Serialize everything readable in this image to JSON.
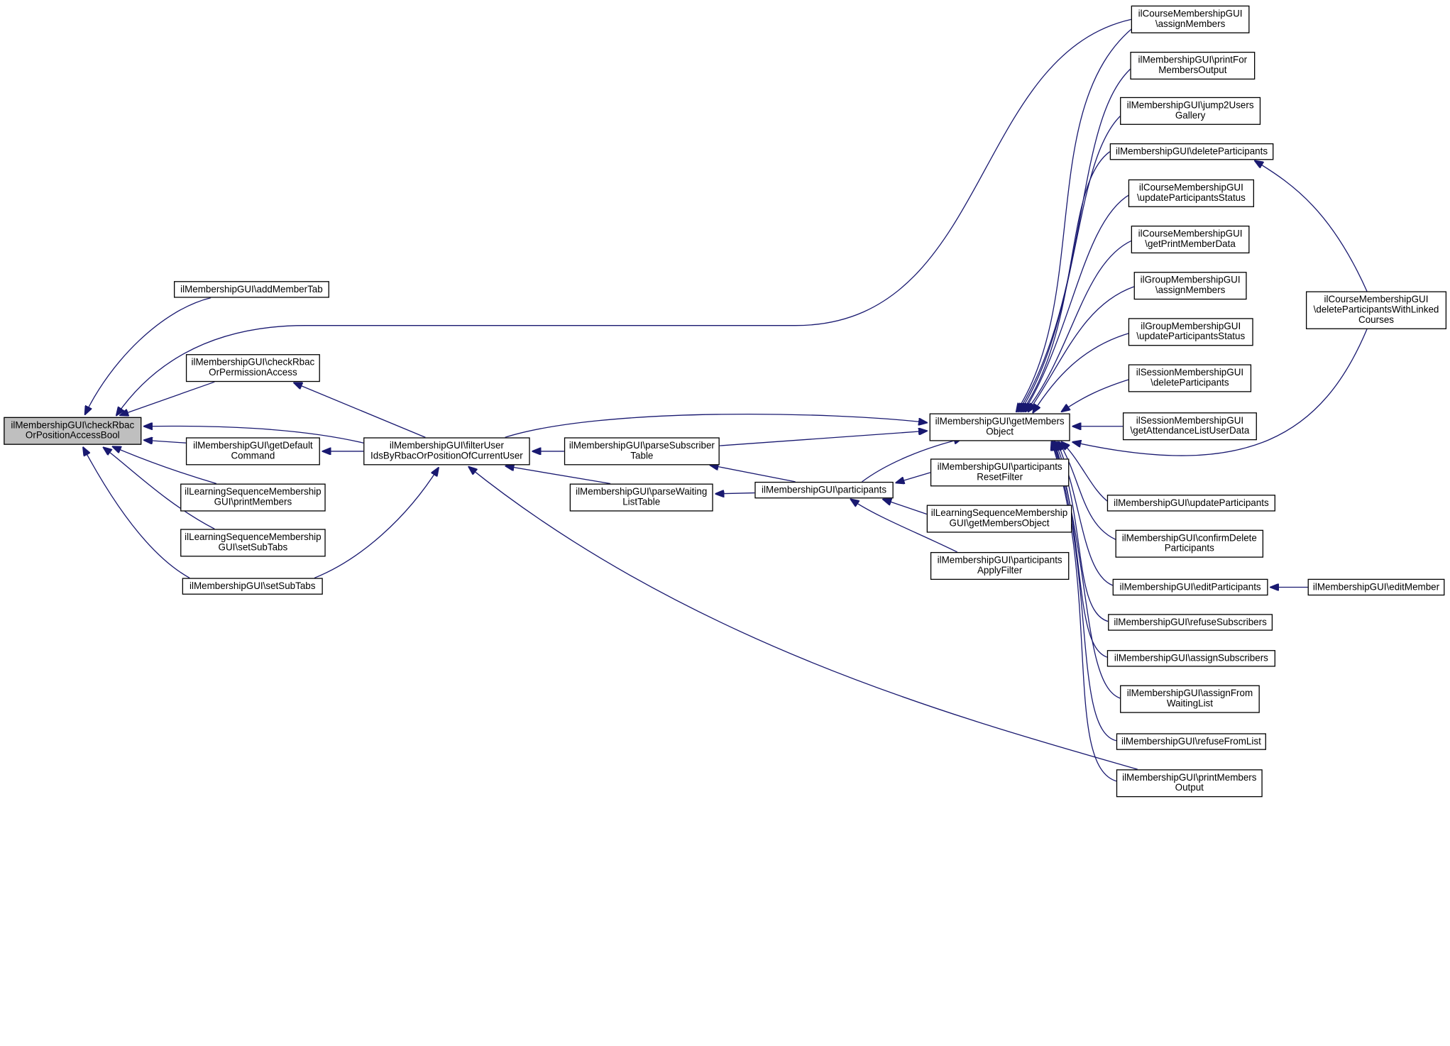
{
  "diagram": {
    "colors": {
      "edge": "#191970",
      "node_border": "#000000",
      "root_fill": "#bfbfbf",
      "node_fill": "#ffffff"
    },
    "nodes": {
      "checkRbac": "ilMembershipGUI\\checkRbac\nOrPositionAccessBool",
      "addMemberTab": "ilMembershipGUI\\addMemberTab",
      "checkRbacOrPermission": "ilMembershipGUI\\checkRbac\nOrPermissionAccess",
      "getDefaultCommand": "ilMembershipGUI\\getDefault\nCommand",
      "lsPrintMembers": "ilLearningSequenceMembership\nGUI\\printMembers",
      "lsSetSubTabs": "ilLearningSequenceMembership\nGUI\\setSubTabs",
      "setSubTabs": "ilMembershipGUI\\setSubTabs",
      "filterUser": "ilMembershipGUI\\filterUser\nIdsByRbacOrPositionOfCurrentUser",
      "parseSubscriber": "ilMembershipGUI\\parseSubscriber\nTable",
      "parseWaiting": "ilMembershipGUI\\parseWaiting\nListTable",
      "participants": "ilMembershipGUI\\participants",
      "getMembersObject": "ilMembershipGUI\\getMembers\nObject",
      "participantsReset": "ilMembershipGUI\\participants\nResetFilter",
      "lsGetMembersObject": "ilLearningSequenceMembership\nGUI\\getMembersObject",
      "participantsApply": "ilMembershipGUI\\participants\nApplyFilter",
      "crsAssignMembers": "ilCourseMembershipGUI\n\\assignMembers",
      "printForMembers": "ilMembershipGUI\\printFor\nMembersOutput",
      "jump2Users": "ilMembershipGUI\\jump2Users\nGallery",
      "deleteParticipants": "ilMembershipGUI\\deleteParticipants",
      "crsUpdateStatus": "ilCourseMembershipGUI\n\\updateParticipantsStatus",
      "crsGetPrint": "ilCourseMembershipGUI\n\\getPrintMemberData",
      "grpAssignMembers": "ilGroupMembershipGUI\n\\assignMembers",
      "grpUpdateStatus": "ilGroupMembershipGUI\n\\updateParticipantsStatus",
      "sessDelete": "ilSessionMembershipGUI\n\\deleteParticipants",
      "sessAttendance": "ilSessionMembershipGUI\n\\getAttendanceListUserData",
      "updateParticipants": "ilMembershipGUI\\updateParticipants",
      "confirmDelete": "ilMembershipGUI\\confirmDelete\nParticipants",
      "editParticipants": "ilMembershipGUI\\editParticipants",
      "refuseSubscribers": "ilMembershipGUI\\refuseSubscribers",
      "assignSubscribers": "ilMembershipGUI\\assignSubscribers",
      "assignFromWaiting": "ilMembershipGUI\\assignFrom\nWaitingList",
      "refuseFromList": "ilMembershipGUI\\refuseFromList",
      "printMembersOutput": "ilMembershipGUI\\printMembers\nOutput",
      "crsDeleteLinked": "ilCourseMembershipGUI\n\\deleteParticipantsWithLinked\nCourses",
      "editMember": "ilMembershipGUI\\editMember"
    }
  }
}
